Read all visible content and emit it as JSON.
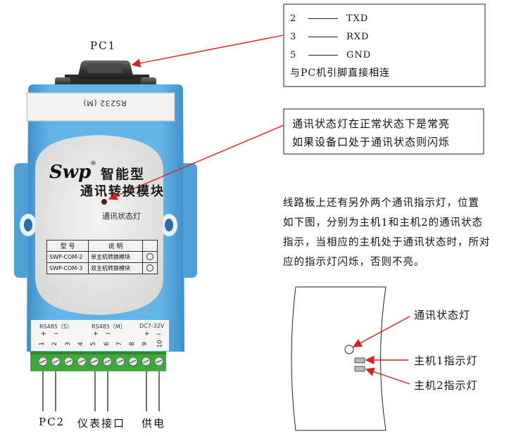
{
  "device": {
    "port_label": "RS232 (M)",
    "brand": "Swp",
    "trademark": "®",
    "title_line1": "智能型",
    "title_line2": "通讯转换模块",
    "status_led_label": "通讯状态灯",
    "table": {
      "header_model": "型  号",
      "header_desc": "说  明",
      "rows": [
        {
          "model": "SWP-COM-2",
          "desc": "单主机转换模块"
        },
        {
          "model": "SWP-COM-3",
          "desc": "双主机转换模块"
        }
      ]
    },
    "terminal_groups": [
      "RS485（S）",
      "RS485（M）",
      "DC7-32V"
    ],
    "terminal_signs": [
      "+",
      "−",
      "+",
      "−",
      "+"
    ],
    "terminal_numbers": [
      "1",
      "2",
      "3",
      "4",
      "5",
      "6",
      "7",
      "8",
      "9",
      "10"
    ],
    "dc_minus": "−"
  },
  "labels": {
    "pc1": "PC1",
    "pc2": "PC2",
    "instrument": "仪表接口",
    "power": "供电"
  },
  "pinout": {
    "rows": [
      {
        "num": "2",
        "name": "TXD"
      },
      {
        "num": "3",
        "name": "RXD"
      },
      {
        "num": "5",
        "name": "GND"
      }
    ],
    "note": "与PC机引脚直接相连"
  },
  "status_note": {
    "line1": "通讯状态灯在正常状态下是常亮",
    "line2": "如果设备口处于通讯状态则闪烁"
  },
  "description": {
    "line1": "线路板上还有另外两个通讯指示灯，位置",
    "line2": "如下图，分别为主机1和主机2的通讯状态",
    "line3": "指示，当相应的主机处于通讯状态时，所对",
    "line4": "应的指示灯闪烁，否则不亮。"
  },
  "board": {
    "status_led": "通讯状态灯",
    "host1_led": "主机1指示灯",
    "host2_led": "主机2指示灯"
  },
  "colors": {
    "case_blue": "#5aa9dc",
    "case_dark": "#3b86bf",
    "terminal_green": "#3ea83a",
    "arrow_red": "#d8201c"
  }
}
